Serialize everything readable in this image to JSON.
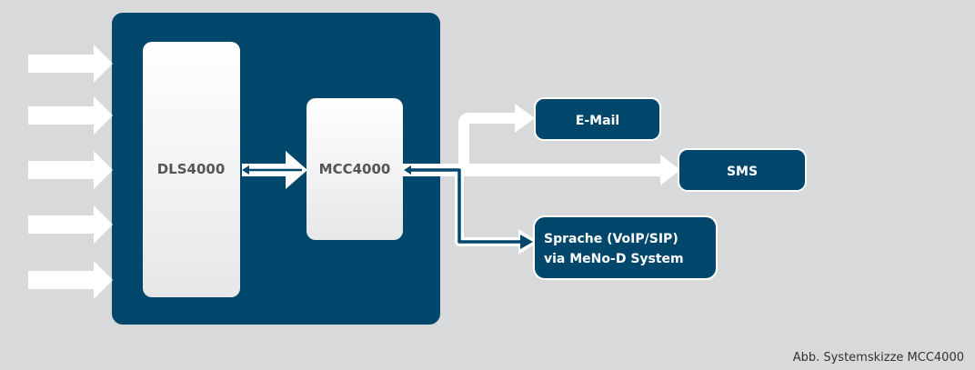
{
  "diagram": {
    "nodes": {
      "dls": "DLS4000",
      "mcc": "MCC4000",
      "email": "E-Mail",
      "sms": "SMS",
      "voice_line1": "Sprache (VoIP/SIP)",
      "voice_line2": "via MeNo-D System"
    },
    "caption": "Abb. Systemskizze MCC4000",
    "colors": {
      "background": "#d8d9db",
      "panel": "#00476b",
      "box_fill": "#f6f6f6",
      "white_arrow": "#ffffff"
    },
    "input_arrow_count": 5
  }
}
